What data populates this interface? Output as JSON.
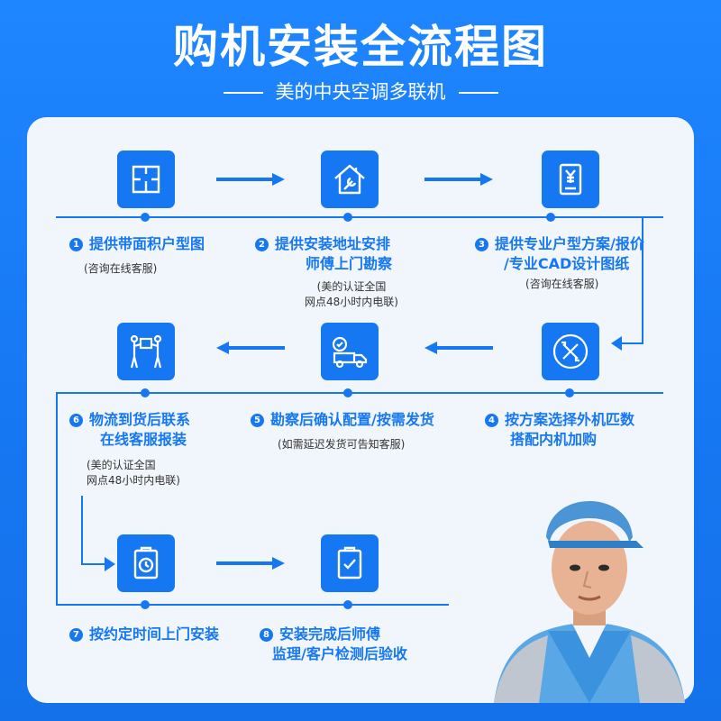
{
  "title": "购机安装全流程图",
  "subtitle": "美的中央空调多联机",
  "colors": {
    "primary": "#1677f2",
    "panel": "#f1f6fd"
  },
  "steps": [
    {
      "num": "1",
      "title_lines": [
        "提供带面积户型图"
      ],
      "note_lines": [
        "(咨询在线客服)"
      ],
      "icon": "floor-plan-icon"
    },
    {
      "num": "2",
      "title_lines": [
        "提供安装地址安排",
        "师傅上门勘察"
      ],
      "note_lines": [
        "(美的认证全国",
        "网点48小时内电联)"
      ],
      "icon": "house-wrench-icon"
    },
    {
      "num": "3",
      "title_lines": [
        "提供专业户型方案/报价",
        "/专业CAD设计图纸"
      ],
      "note_lines": [
        "(咨询在线客服)"
      ],
      "icon": "quote-document-icon"
    },
    {
      "num": "4",
      "title_lines": [
        "按方案选择外机匹数",
        "搭配内机加购"
      ],
      "note_lines": [],
      "icon": "tools-icon"
    },
    {
      "num": "5",
      "title_lines": [
        "勘察后确认配置/按需发货"
      ],
      "note_lines": [
        "(如需延迟发货可告知客服)"
      ],
      "icon": "delivery-truck-icon"
    },
    {
      "num": "6",
      "title_lines": [
        "物流到货后联系",
        "在线客服报装"
      ],
      "note_lines": [
        "(美的认证全国",
        "网点48小时内电联)"
      ],
      "icon": "handover-icon"
    },
    {
      "num": "7",
      "title_lines": [
        "按约定时间上门安装"
      ],
      "note_lines": [],
      "icon": "clock-clipboard-icon"
    },
    {
      "num": "8",
      "title_lines": [
        "安装完成后师傅",
        "监理/客户检测后验收"
      ],
      "note_lines": [],
      "icon": "checklist-icon"
    }
  ]
}
